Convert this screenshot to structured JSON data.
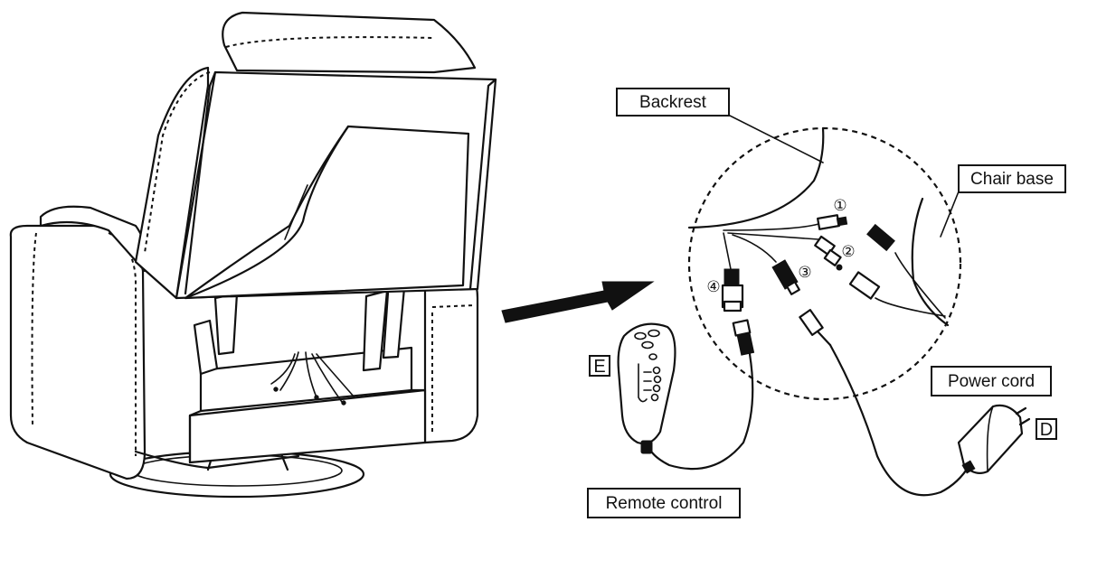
{
  "labels": {
    "backrest": "Backrest",
    "chair_base": "Chair base",
    "power_cord": "Power cord",
    "remote_control": "Remote control",
    "letter_e": "E",
    "letter_d": "D"
  },
  "connectors": {
    "n1": "①",
    "n2": "②",
    "n3": "③",
    "n4": "④"
  },
  "icons": {
    "arrow": "right-arrow-icon",
    "remote": "remote-control-icon",
    "adapter": "power-adapter-icon",
    "chair": "recliner-chair-icon"
  }
}
